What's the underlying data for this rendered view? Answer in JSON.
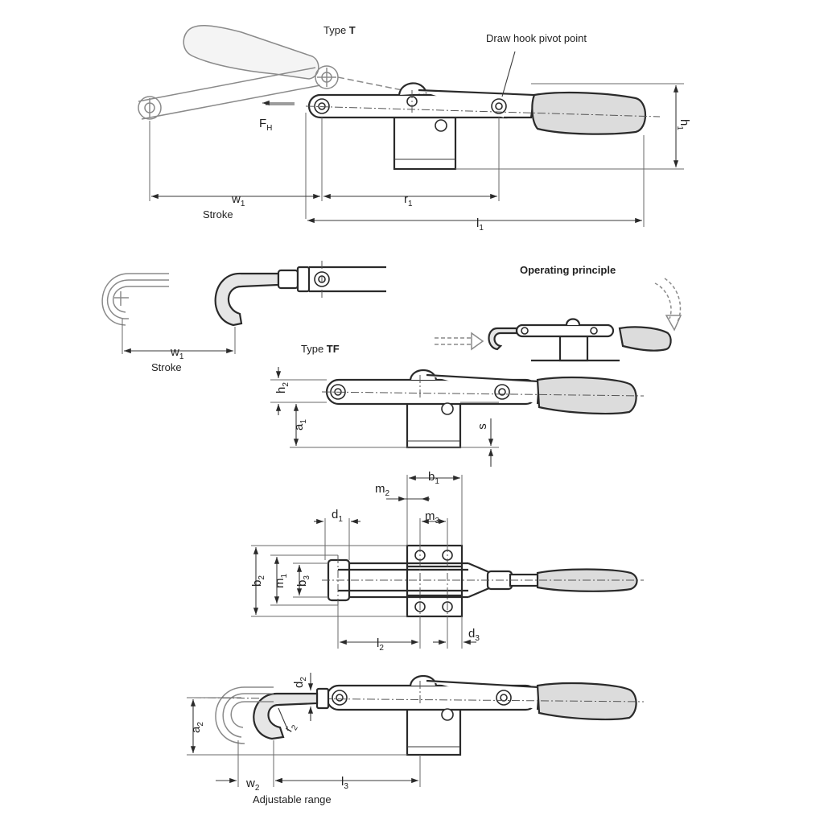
{
  "labels": {
    "type_t_prefix": "Type ",
    "type_t_bold": "T",
    "type_tf_prefix": "Type ",
    "type_tf_bold": "TF",
    "pivot_note": "Draw hook pivot point",
    "operating_principle": "Operating principle",
    "stroke_top": "Stroke",
    "stroke_mid": "Stroke",
    "adjustable_range": "Adjustable range"
  },
  "dimensions": {
    "w1_top": {
      "main": "w",
      "sub": "1"
    },
    "r1": {
      "main": "r",
      "sub": "1"
    },
    "l1": {
      "main": "l",
      "sub": "1"
    },
    "h1": {
      "main": "h",
      "sub": "1"
    },
    "fh": {
      "main": "F",
      "sub": "H"
    },
    "w1_mid": {
      "main": "w",
      "sub": "1"
    },
    "h2": {
      "main": "h",
      "sub": "2"
    },
    "a1": {
      "main": "a",
      "sub": "1"
    },
    "s": {
      "main": "s",
      "sub": ""
    },
    "b1": {
      "main": "b",
      "sub": "1"
    },
    "m2": {
      "main": "m",
      "sub": "2"
    },
    "m3": {
      "main": "m",
      "sub": "3"
    },
    "d1": {
      "main": "d",
      "sub": "1"
    },
    "b2": {
      "main": "b",
      "sub": "2"
    },
    "m1": {
      "main": "m",
      "sub": "1"
    },
    "b3": {
      "main": "b",
      "sub": "3"
    },
    "l2": {
      "main": "l",
      "sub": "2"
    },
    "d3": {
      "main": "d",
      "sub": "3"
    },
    "d2": {
      "main": "d",
      "sub": "2"
    },
    "a2": {
      "main": "a",
      "sub": "2"
    },
    "w2": {
      "main": "w",
      "sub": "2"
    },
    "l3": {
      "main": "l",
      "sub": "3"
    },
    "r2": {
      "main": "r",
      "sub": "2"
    }
  }
}
